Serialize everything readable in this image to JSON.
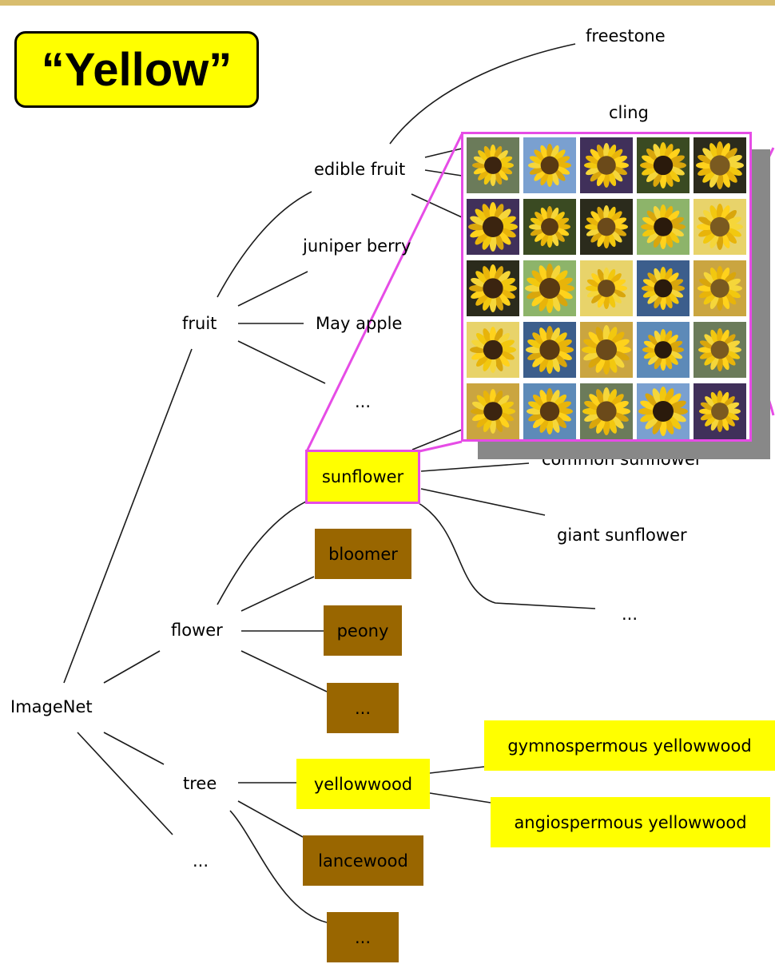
{
  "title": "“Yellow”",
  "colors": {
    "title_fill": "#ffff00",
    "highlight": "#ffff00",
    "brown": "#996600",
    "magenta": "#e64ce6"
  },
  "nodes": {
    "root": "ImageNet",
    "fruit": "fruit",
    "flower": "flower",
    "tree": "tree",
    "root_more": "...",
    "edible_fruit": "edible fruit",
    "juniper_berry": "juniper berry",
    "may_apple": "May apple",
    "fruit_more": "...",
    "freestone": "freestone",
    "cling": "cling",
    "sunflower": "sunflower",
    "bloomer": "bloomer",
    "peony": "peony",
    "flower_more": "...",
    "common_sunflower": "common sunflower",
    "giant_sunflower": "giant sunflower",
    "sunflower_more": "...",
    "yellowwood": "yellowwood",
    "lancewood": "lancewood",
    "tree_more": "...",
    "gymnospermous_yellowwood": "gymnospermous yellowwood",
    "angiospermous_yellowwood": "angiospermous yellowwood"
  },
  "image_grid": {
    "rows": 5,
    "columns": 5,
    "content": "sunflower photos"
  }
}
